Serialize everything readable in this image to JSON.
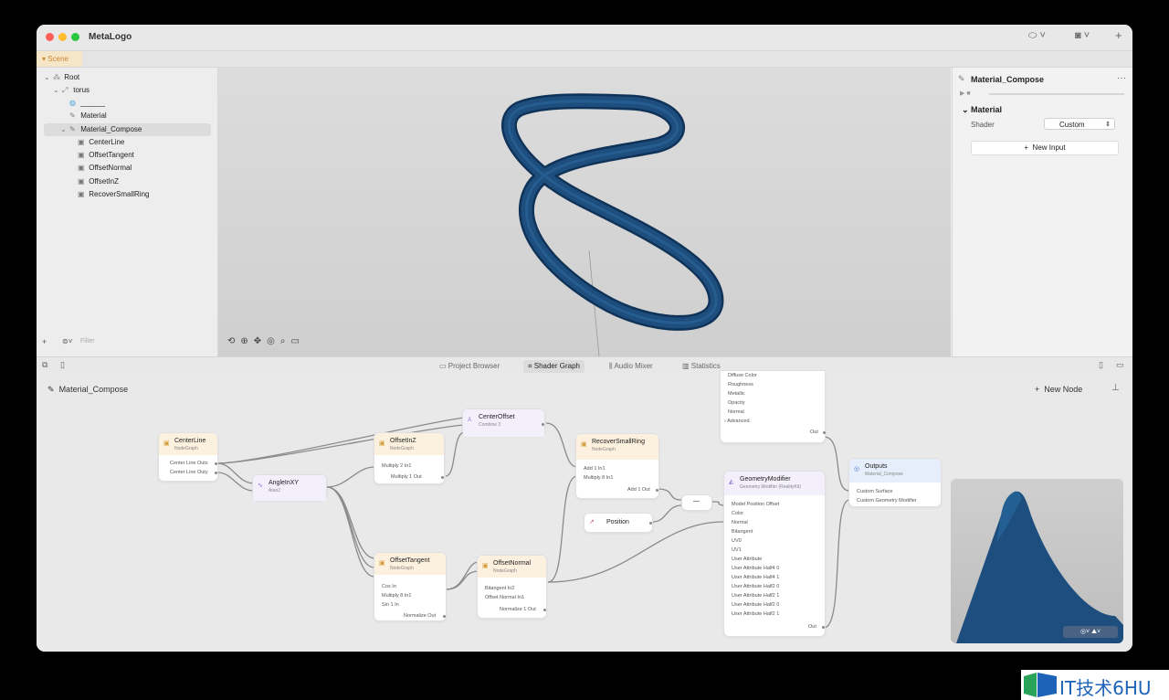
{
  "window": {
    "title": "MetaLogo"
  },
  "scene_tab": "Scene",
  "tree": [
    {
      "label": "Root",
      "icon": "root-icon"
    },
    {
      "label": "torus",
      "icon": "transform-icon"
    },
    {
      "label": "______",
      "icon": "mesh-icon"
    },
    {
      "label": "Material",
      "icon": "material-icon"
    },
    {
      "label": "Material_Compose",
      "icon": "material-icon"
    },
    {
      "label": "CenterLine",
      "icon": "nodegraph-icon"
    },
    {
      "label": "OffsetTangent",
      "icon": "nodegraph-icon"
    },
    {
      "label": "OffsetNormal",
      "icon": "nodegraph-icon"
    },
    {
      "label": "OffsetInZ",
      "icon": "nodegraph-icon"
    },
    {
      "label": "RecoverSmallRing",
      "icon": "nodegraph-icon"
    }
  ],
  "sidebar": {
    "filter_placeholder": "Filter",
    "add_label": "+"
  },
  "inspector": {
    "title": "Material_Compose",
    "section": "Material",
    "shader_label": "Shader",
    "shader_value": "Custom",
    "new_input": "New Input"
  },
  "tabs": [
    "Project Browser",
    "Shader Graph",
    "Audio Mixer",
    "Statistics"
  ],
  "active_tab": "Shader Graph",
  "graph": {
    "title": "Material_Compose",
    "new_node": "New Node",
    "nodes": {
      "centerline": {
        "title": "CenterLine",
        "sub": "NodeGraph",
        "ports": [
          "Center Line Outs",
          "Center Line Outy"
        ]
      },
      "angleinxy": {
        "title": "AngleInXY",
        "sub": "Atan2"
      },
      "offsetinz": {
        "title": "OffsetInZ",
        "sub": "NodeGraph",
        "ports": [
          "Multiply 2 In1",
          "Multiply 1 Out"
        ]
      },
      "centeroffset": {
        "title": "CenterOffset",
        "sub": "Combine 3"
      },
      "offsettangent": {
        "title": "OffsetTangent",
        "sub": "NodeGraph",
        "ports": [
          "Cos In",
          "Multiply 8 In1",
          "Sin 1 In",
          "Normalize Out"
        ]
      },
      "offsetnormal": {
        "title": "OffsetNormal",
        "sub": "NodeGraph",
        "ports": [
          "Bitangent In2",
          "Offset Normal In1",
          "Normalize 1 Out"
        ]
      },
      "recoversmallring": {
        "title": "RecoverSmallRing",
        "sub": "NodeGraph",
        "ports": [
          "Add 1 In1",
          "Multiply 8 In1",
          "Add 1 Out"
        ]
      },
      "position": {
        "title": "Position"
      },
      "surface": {
        "ports": [
          "Diffuse Color",
          "Roughness",
          "Metallic",
          "Opacity",
          "Normal",
          "Advanced",
          "Out"
        ]
      },
      "geometrymodifier": {
        "title": "GeometryModifier",
        "sub": "Geometry Modifier (RealityKit)",
        "ports": [
          "Model Position Offset",
          "Color",
          "Normal",
          "Bitangent",
          "UV0",
          "UV1",
          "User Attribute",
          "User Attribute Half4 0",
          "User Attribute Half4 1",
          "User Attribute Half2 0",
          "User Attribute Half2 1",
          "User Attribute Half2 0",
          "User Attribute Half2 1",
          "Out"
        ]
      },
      "outputs": {
        "title": "Outputs",
        "sub": "Material_Compose",
        "ports": [
          "Custom Surface",
          "Custom Geometry Modifier"
        ]
      },
      "minus": {
        "title": "—"
      }
    }
  },
  "watermark": {
    "text": "IT技术6HU"
  },
  "colors": {
    "accent_orange": "#c98a2e",
    "torus": "#1d4e7e",
    "watermark_blue": "#1d63b8"
  }
}
